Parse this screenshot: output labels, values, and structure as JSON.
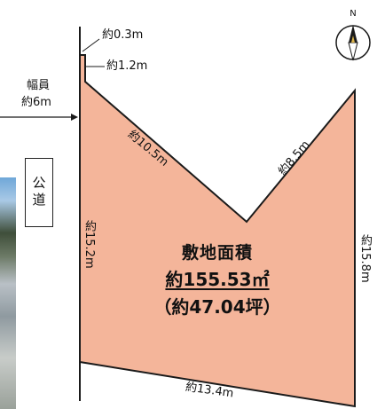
{
  "diagram": {
    "colors": {
      "lot_fill": "#f4b59a",
      "lot_stroke": "#1a1a1a",
      "road_line": "#1a1a1a"
    },
    "road": {
      "label": "公道",
      "width_label": "幅員",
      "width_value": "約6m"
    },
    "dimensions": {
      "top_offset": "約0.3m",
      "notch": "約1.2m",
      "diagonal_left": "約10.5m",
      "diagonal_right": "約8.5m",
      "left_side": "約15.2m",
      "right_side": "約15.8m",
      "bottom": "約13.4m"
    },
    "area": {
      "title": "敷地面積",
      "value": "約155.53㎡",
      "tsubo": "（約47.04坪）"
    },
    "compass": {
      "north_label": "N",
      "icon": "north-compass-icon"
    }
  }
}
